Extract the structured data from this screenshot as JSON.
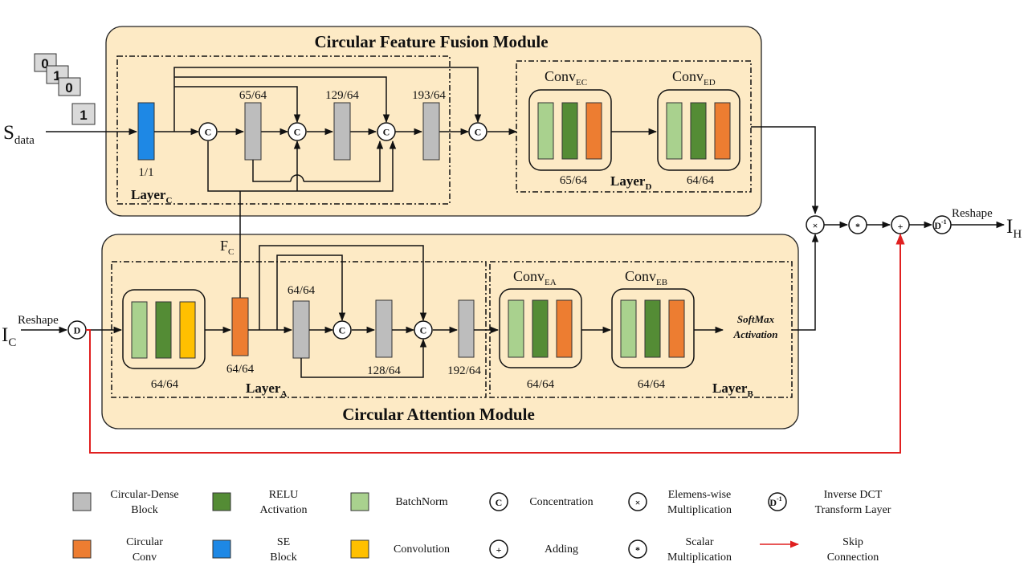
{
  "colors": {
    "module_bg": "#fdeac5",
    "dense": "#bdbdbd",
    "relu": "#548c35",
    "batchnorm": "#a9d18e",
    "circular_conv": "#ed7d31",
    "se": "#1e88e5",
    "convolution": "#ffc000",
    "skip": "#e02020"
  },
  "fusion": {
    "title": "Circular Feature Fusion Module",
    "layer_c": {
      "base": "Layer",
      "sub": "C"
    },
    "layer_d": {
      "base": "Layer",
      "sub": "D"
    },
    "se_label": "1/1",
    "dense_labels": [
      "65/64",
      "129/64",
      "193/64"
    ],
    "conv_ec": {
      "base": "Conv",
      "sub": "EC",
      "label": "65/64"
    },
    "conv_ed": {
      "base": "Conv",
      "sub": "ED",
      "label": "64/64"
    },
    "concat_symbol": "C"
  },
  "attention": {
    "title": "Circular Attention Module",
    "layer_a": {
      "base": "Layer",
      "sub": "A"
    },
    "layer_b": {
      "base": "Layer",
      "sub": "B"
    },
    "conv_in_label": "64/64",
    "circular_conv_label": "64/64",
    "dense_labels": [
      "64/64",
      "128/64",
      "192/64"
    ],
    "conv_ea": {
      "base": "Conv",
      "sub": "EA",
      "label": "64/64"
    },
    "conv_eb": {
      "base": "Conv",
      "sub": "EB",
      "label": "64/64"
    },
    "softmax": [
      "SoftMax",
      "Activation"
    ],
    "concat_symbol": "C"
  },
  "io": {
    "s_data": {
      "base": "S",
      "sub": "data"
    },
    "i_c": {
      "base": "I",
      "sub": "C"
    },
    "i_h": {
      "base": "I",
      "sub": "H"
    },
    "f_c": {
      "base": "F",
      "sub": "C"
    },
    "reshape_in": "Reshape",
    "reshape_out": "Reshape",
    "d_symbol": "D",
    "idct_symbol": "D",
    "idct_sup": "-1",
    "sheet_digits": [
      "0",
      "1",
      "0",
      "1"
    ]
  },
  "operators": {
    "multiply": "×",
    "scalar": "*",
    "add": "+"
  },
  "legend": [
    {
      "name": "legend-dense",
      "kind": "swatch",
      "color": "#bdbdbd",
      "lines": [
        "Circular-Dense",
        "Block"
      ]
    },
    {
      "name": "legend-relu",
      "kind": "swatch",
      "color": "#548c35",
      "lines": [
        "RELU",
        "Activation"
      ]
    },
    {
      "name": "legend-batchnorm",
      "kind": "swatch",
      "color": "#a9d18e",
      "lines": [
        "BatchNorm"
      ]
    },
    {
      "name": "legend-concentration",
      "kind": "circle",
      "symbol": "C",
      "lines": [
        "Concentration"
      ]
    },
    {
      "name": "legend-elementwise",
      "kind": "circle",
      "symbol": "×",
      "lines": [
        "Elemens-wise",
        "Multiplication"
      ]
    },
    {
      "name": "legend-idct",
      "kind": "circle-sup",
      "symbol": "D",
      "sup": "-1",
      "lines": [
        "Inverse DCT",
        "Transform Layer"
      ]
    },
    {
      "name": "legend-circular-conv",
      "kind": "swatch",
      "color": "#ed7d31",
      "lines": [
        "Circular",
        "Conv"
      ]
    },
    {
      "name": "legend-se",
      "kind": "swatch",
      "color": "#1e88e5",
      "lines": [
        "SE",
        "Block"
      ]
    },
    {
      "name": "legend-convolution",
      "kind": "swatch",
      "color": "#ffc000",
      "lines": [
        "Convolution"
      ]
    },
    {
      "name": "legend-adding",
      "kind": "circle",
      "symbol": "+",
      "lines": [
        "Adding"
      ]
    },
    {
      "name": "legend-scalar",
      "kind": "circle",
      "symbol": "*",
      "lines": [
        "Scalar",
        "Multiplication"
      ]
    },
    {
      "name": "legend-skip",
      "kind": "arrow",
      "color": "#e02020",
      "lines": [
        "Skip",
        "Connection"
      ]
    }
  ]
}
